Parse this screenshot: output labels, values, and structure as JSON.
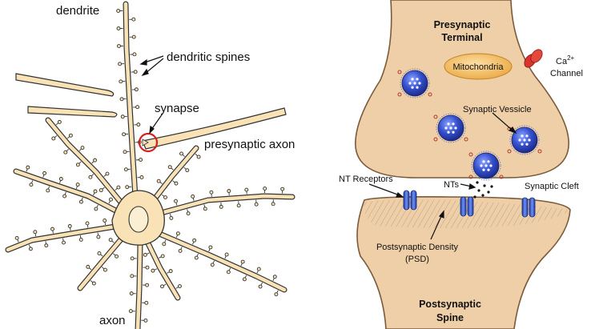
{
  "neuron": {
    "dendrite": "dendrite",
    "dendritic_spines": "dendritic spines",
    "synapse": "synapse",
    "presynaptic_axon": "presynaptic axon",
    "axon": "axon"
  },
  "synapse_detail": {
    "presynaptic_line1": "Presynaptic",
    "presynaptic_line2": "Terminal",
    "mitochondria": "Mitochondria",
    "ca_base": "Ca",
    "ca_superscript": "2+",
    "channel": "Channel",
    "synaptic_vesicle": "Synaptic Vessicle",
    "nt_receptors": "NT Receptors",
    "nts": "NTs",
    "synaptic_cleft": "Synaptic Cleft",
    "psd_line1": "Postsynaptic Density",
    "psd_line2": "(PSD)",
    "postsynaptic_line1": "Postsynaptic",
    "postsynaptic_line2": "Spine"
  },
  "colors": {
    "neuron_fill": "#f8e2b6",
    "outline": "#333333",
    "terminal_fill": "#efcfa7",
    "terminal_outline": "#7a5a3a",
    "mitochondria": "#f2b24f",
    "vesicle": "#3a52c8",
    "receptor": "#2f55c9",
    "highlight_circle": "#d61f1f",
    "ca_channel": "#d8332c"
  }
}
